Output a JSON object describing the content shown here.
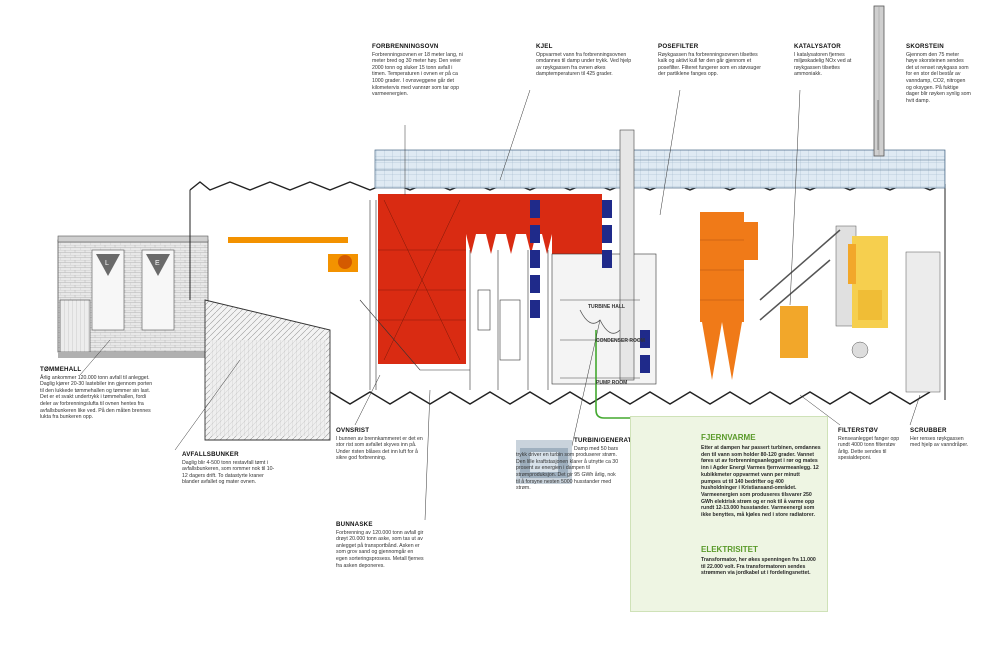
{
  "labels": {
    "forbrenningsovn": {
      "title": "FORBRENNINGSOVN",
      "text": "Forbrenningsovnen er 18 meter lang, ni meter bred og 30 meter høy. Den veier 2000 tonn og sluker 15 tonn avfall i timen. Temperaturen i ovnen er på ca 1000 grader. I ovnsveggene går det kilometervis med vannrør som tar opp varmeenergien."
    },
    "kjel": {
      "title": "KJEL",
      "text": "Oppvarmet vann fra forbrenningsovnen omdannes til damp under trykk. Ved hjelp av røykgassen fra ovnen økes damptemperaturen til 425 grader."
    },
    "posefilter": {
      "title": "POSEFILTER",
      "text": "Røykgassen fra forbrenningsovnen tilsettes kalk og aktivt kull før den går gjennom et posefilter. Filteret fungerer som en støvsuger der partiklene fanges opp."
    },
    "katalysator": {
      "title": "KATALYSATOR",
      "text": "I katalysatoren fjernes miljøskadelig NOx ved at røykgassen tilsettes ammoniakk."
    },
    "skorstein": {
      "title": "SKORSTEIN",
      "text": "Gjennom den 75 meter høye skorsteinen sendes det ut renset røykgass som for en stor del består av vanndamp, CO2, nitrogen og oksygen. På fuktige dager blir røyken synlig som hvit damp."
    },
    "tommehall": {
      "title": "TØMMEHALL",
      "text": "Årlig ankommer 120.000 tonn avfall til anlegget. Daglig kjører 20-30 lastebiler inn gjennom porten til den lukkede tømmehallen og tømmer sin last. Det er et svakt undertrykk i tømmehallen, fordi deler av forbrenningslufta til ovnen hentes fra avfallsbunkeren like ved. På den måten brennes lukta fra bunkeren opp."
    },
    "avfallsbunker": {
      "title": "AVFALLSBUNKER",
      "text": "Daglig blir 4-500 tonn restavfall tømt i avfallsbunkeren, som rommer nok til 10-12 dagers drift. To datastyrte kraner blander avfallet og mater ovnen."
    },
    "ovnsrist": {
      "title": "OVNSRIST",
      "text": "I bunnen av brennkammeret er det en stor rist som avfallet skyves inn på. Under risten blåses det inn luft for å sikre god forbrenning."
    },
    "bunnaske": {
      "title": "BUNNASKE",
      "text": "Forbrenning av 120.000 tonn avfall gir drøyt 20.000 tonn aske, som tas ut av anlegget på transportbånd. Asken er som grov sand og gjennomgår en egen sorteringsprosess. Metall fjernes fra asken deponeres."
    },
    "turbin": {
      "title": "TURBIN/GENERATOR",
      "text": "Damp med 50 bars trykk driver en turbin som produserer strøm. Den lille kraftstasjonen klarer å utnytte ca 30 prosent av energien i dampen til strømproduksjon. Det gir 95 GWh årlig, nok til å forsyne nesten 5000 husstander med strøm."
    },
    "filterstov": {
      "title": "FILTERSTØV",
      "text": "Renseanlegget fanger opp rundt 4000 tonn filterstøv årlig. Dette sendes til spesialdeponi."
    },
    "scrubber": {
      "title": "SCRUBBER",
      "text": "Her renses røykgassen med hjelp av vanndråper."
    },
    "fjernvarme": {
      "title": "FJERNVARME",
      "text": "Etter at dampen har passert turbinen, omdannes den til vann som holder 80-120 grader. Vannet føres ut av forbrenningsanlegget i rør og mates inn i Agder Energi Varmes fjernvarmeanlegg. 12 kubikkmeter oppvarmet vann per minutt pumpes ut til 140 bedrifter og 400 husholdninger i Kristiansand-området. Varmeenergien som produseres tilsvarer 250 GWh elektrisk strøm og er nok til å varme opp rundt 12-13.000 husstander. Varmeenergi som ikke benyttes, må kjøles ned i store radiatorer."
    },
    "elektrisitet": {
      "title": "ELEKTRISITET",
      "text": "Transformator, her økes spenningen fra 11.000 til 22.000 volt. Fra transformatoren sendes strømmen via jordkabel ut i fordelingsnettet."
    }
  },
  "room_labels": {
    "turbine_hall": "TURBINE HALL",
    "condenser_room": "CONDENSER ROOM",
    "pump_room": "PUMP ROOM"
  },
  "colors": {
    "furnace": "#d92b12",
    "filter": "#f07a18",
    "catalyst": "#f2a72a",
    "scrubber": "#f6cf4e",
    "grid": "#dde9f3",
    "green_panel": "#eef5e3",
    "green_title": "#5a9a2a",
    "line": "#2a2a2a"
  }
}
